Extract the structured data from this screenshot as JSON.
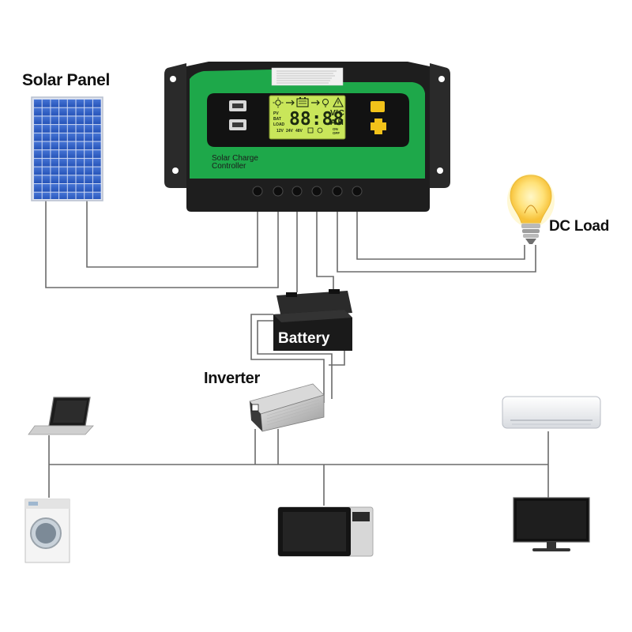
{
  "labels": {
    "solar_panel": "Solar Panel",
    "dc_load": "DC Load",
    "inverter": "Inverter",
    "battery": "Battery",
    "controller_line1": "Solar Charge",
    "controller_line2": "Controller"
  },
  "lcd": {
    "digits": "88:88",
    "unit_top": "V°C",
    "unit_bottom": "A H",
    "pv": "PV",
    "bat": "BAT",
    "load": "LOAD",
    "v12": "12V",
    "v24": "24V",
    "v48": "48V",
    "on": "ON",
    "off": "OFF"
  },
  "icons": [
    "solar-panel-icon",
    "light-bulb-icon",
    "battery-icon",
    "inverter-icon",
    "laptop-icon",
    "air-conditioner-icon",
    "washing-machine-icon",
    "microwave-icon",
    "monitor-icon"
  ],
  "colors": {
    "controller_green": "#1ea84a",
    "controller_body": "#1d1d1d",
    "lcd_backlight": "#c9e65a",
    "button_yellow": "#f2c21a",
    "wire": "#6b6b6b"
  }
}
